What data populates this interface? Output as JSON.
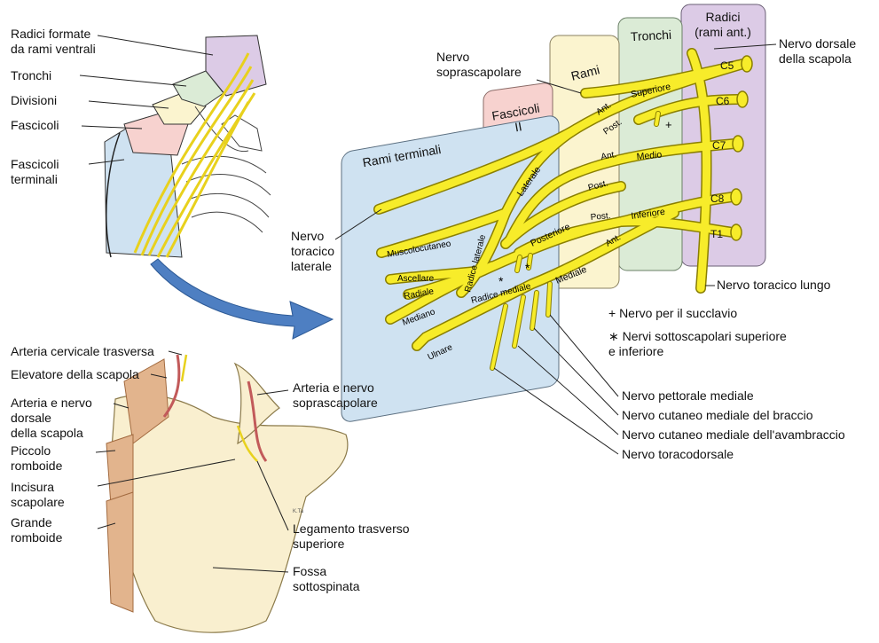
{
  "top_left": {
    "radici_formate": "Radici formate\nda rami ventrali",
    "tronchi": "Tronchi",
    "divisioni": "Divisioni",
    "fascicoli": "Fascicoli",
    "fascicoli_terminali": "Fascicoli\nterminali"
  },
  "columns": {
    "radici": "Radici\n(rami ant.)",
    "tronchi": "Tronchi",
    "rami": "Rami",
    "fascicoli": "Fascicoli\nII",
    "rami_terminali": "Rami terminali"
  },
  "roots": [
    "C5",
    "C6",
    "C7",
    "C8",
    "T1"
  ],
  "trunks": {
    "superiore": "Superiore",
    "medio": "Medio",
    "inferiore": "Inferiore"
  },
  "divisions": {
    "ant": "Ant.",
    "post": "Post."
  },
  "cords": {
    "laterale": "Laterale",
    "posteriore": "Posteriore",
    "mediale": "Mediale"
  },
  "roots_of_median": {
    "radice_laterale": "Radice laterale",
    "radice_mediale": "Radice mediale"
  },
  "terminal_branches": [
    "Muscolocutaneo",
    "Ascellare",
    "Radiale",
    "Mediano",
    "Ulnare"
  ],
  "symbols": {
    "plus": "+",
    "star": "*"
  },
  "nerves": {
    "dorsale_scapola": "Nervo dorsale\ndella scapola",
    "soprascapolare": "Nervo\nsoprascapolare",
    "toracico_laterale": "Nervo\ntoracico\nlaterale",
    "toracico_lungo": "Nervo toracico lungo",
    "pettorale_mediale": "Nervo pettorale mediale",
    "cutaneo_braccio": "Nervo cutaneo mediale del braccio",
    "cutaneo_avambraccio": "Nervo cutaneo mediale dell'avambraccio",
    "toracodorsale": "Nervo toracodorsale"
  },
  "legend": {
    "plus": "+ Nervo per il succlavio",
    "star": "∗ Nervi sottoscapolari superiore\n   e inferiore"
  },
  "bottom_left": {
    "arteria_cervicale": "Arteria cervicale trasversa",
    "elevatore": "Elevatore della scapola",
    "arteria_nervo_dorsale": "Arteria e nervo\ndorsale\ndella scapola",
    "piccolo_romboide": "Piccolo\nromboide",
    "incisura": "Incisura\nscapolare",
    "grande_romboide": "Grande\nromboide",
    "arteria_soprascapolare": "Arteria e nervo\nsoprascapolare",
    "legamento": "Legamento trasverso\nsuperiore",
    "fossa": "Fossa\nsottospinata",
    "signature": "K.Ta"
  },
  "colors": {
    "nerve": "#f7ec2a",
    "nerve_outline": "#8a7f00",
    "radici_bg": "#dccbe6",
    "tronchi_bg": "#dbebd6",
    "rami_bg": "#fbf4cf",
    "fascicoli_bg": "#f7d2cf",
    "terminali_bg": "#cfe2f1",
    "arrow": "#4e7fc2",
    "bone": "#f9efcf",
    "muscle": "#e2b48d",
    "artery": "#c25a5a"
  }
}
